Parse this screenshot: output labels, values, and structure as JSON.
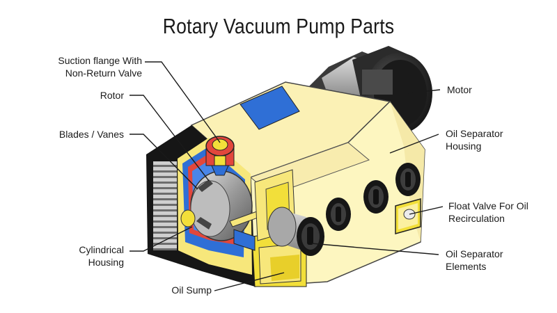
{
  "title": "Rotary Vacuum Pump Parts",
  "labels": {
    "suction_flange": [
      "Suction flange With",
      "Non-Return Valve"
    ],
    "rotor": "Rotor",
    "blades": "Blades / Vanes",
    "cylindrical_housing": [
      "Cylindrical",
      "Housing"
    ],
    "oil_sump": "Oil Sump",
    "motor": "Motor",
    "oil_separator_housing": [
      "Oil Separator",
      "Housing"
    ],
    "float_valve": [
      "Float Valve For Oil",
      "Recirculation"
    ],
    "oil_separator_elements": [
      "Oil Separator",
      "Elements"
    ]
  },
  "colors": {
    "housing_yellow": "#fdf6c0",
    "cutaway_yellow": "#f7e77b",
    "oil_yellow": "#f2df3a",
    "steel_gray": "#8c8c8c",
    "blue": "#2f6fd6",
    "red": "#e2473c",
    "black": "#161616"
  }
}
